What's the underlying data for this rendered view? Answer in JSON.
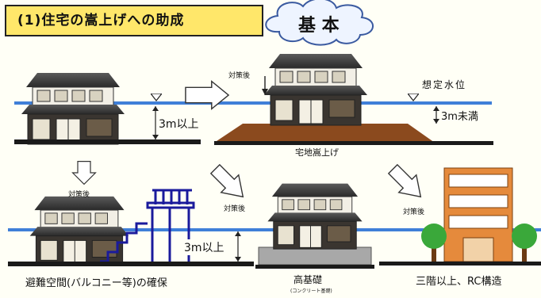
{
  "title": "(1)住宅の嵩上げへの助成",
  "cloud_label": "基 本",
  "labels": {
    "taisakugo_1": "対策後",
    "taisakugo_2": "対策後",
    "taisakugo_3": "対策後",
    "taisakugo_4": "対策後",
    "sotei_suii": "想定水位",
    "depth_3m_over_1": "3m以上",
    "depth_3m_under": "3m未満",
    "depth_3m_over_2": "3m以上",
    "takuchi": "宅地嵩上げ",
    "hinan": "避難空間(バルコニー等)の確保",
    "kokiso": "高基礎",
    "concrete": "(コンクリート基礎)",
    "sankai": "三階以上、RC構造"
  },
  "colors": {
    "title_bg": "#ffe76a",
    "water": "#3f7fd8",
    "embankment": "#8b4a1e",
    "balcony": "#1a1a9c",
    "building": "#e58a3c",
    "tree": "#3aa83a"
  }
}
